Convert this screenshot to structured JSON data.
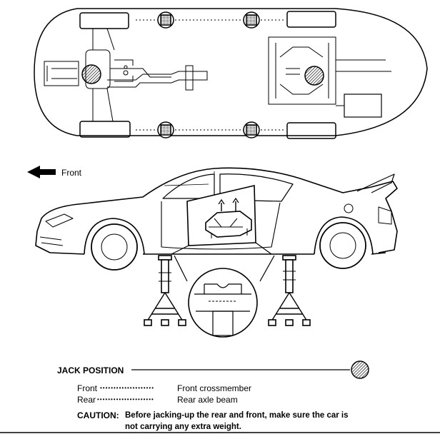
{
  "labels": {
    "front_arrow": "Front"
  },
  "legend": {
    "title": "JACK POSITION",
    "rows": [
      {
        "name": "Front",
        "dots": "••••••••••••••••••••",
        "value": "Front crossmember"
      },
      {
        "name": "Rear",
        "dots": "•••••••••••••••••••••",
        "value": "Rear axle beam"
      }
    ]
  },
  "caution": {
    "label": "CAUTION:",
    "line1": "Before jacking-up the rear and front, make sure the car is",
    "line2": "not carrying any extra weight."
  },
  "colors": {
    "ink": "#000000",
    "paper": "#ffffff"
  }
}
